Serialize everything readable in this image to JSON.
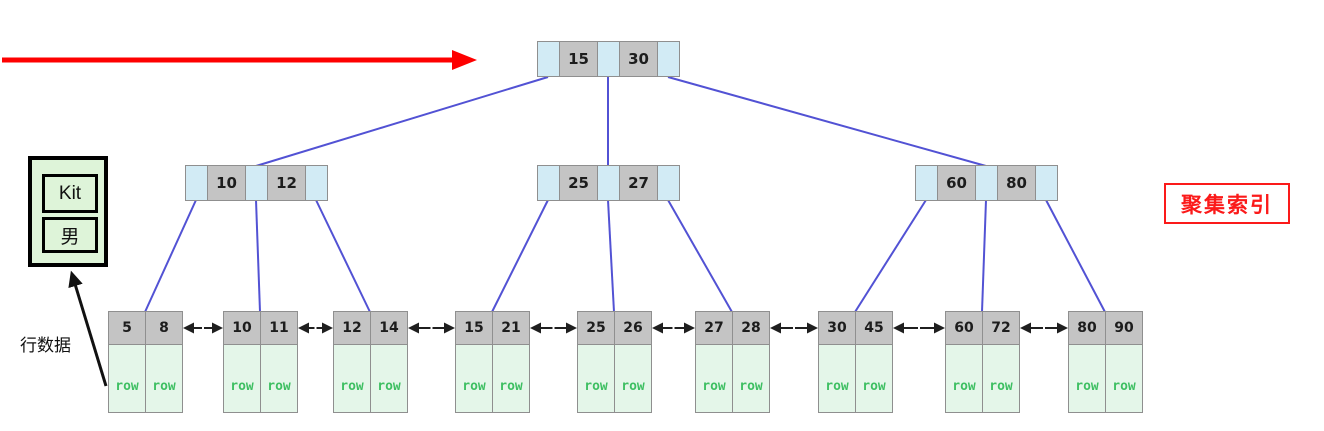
{
  "diagram": {
    "root_node": {
      "keys": [
        "15",
        "30"
      ]
    },
    "internal_nodes": [
      {
        "keys": [
          "10",
          "12"
        ]
      },
      {
        "keys": [
          "25",
          "27"
        ]
      },
      {
        "keys": [
          "60",
          "80"
        ]
      }
    ],
    "leaf_nodes": [
      {
        "keys": [
          "5",
          "8"
        ]
      },
      {
        "keys": [
          "10",
          "11"
        ]
      },
      {
        "keys": [
          "12",
          "14"
        ]
      },
      {
        "keys": [
          "15",
          "21"
        ]
      },
      {
        "keys": [
          "25",
          "26"
        ]
      },
      {
        "keys": [
          "27",
          "28"
        ]
      },
      {
        "keys": [
          "30",
          "45"
        ]
      },
      {
        "keys": [
          "60",
          "72"
        ]
      },
      {
        "keys": [
          "80",
          "90"
        ]
      }
    ],
    "leaf_cell_label": "row",
    "record_card": {
      "fields": [
        "Kit",
        "男"
      ]
    },
    "labels": {
      "row_data": "行数据",
      "clustered_index": "聚集索引"
    },
    "colors": {
      "pointer_cell": "#d2ebf5",
      "key_cell": "#c4c4c4",
      "cell_border": "#8f8f8f",
      "leaf_row_bg": "#e4f6e9",
      "row_text": "#3ebf62",
      "card_bg": "#def4d9",
      "edge_blue": "#5252d4",
      "arrow_red": "#fe0000",
      "label_red": "#fb1a1a",
      "arrow_black": "#1f1f1f"
    }
  }
}
